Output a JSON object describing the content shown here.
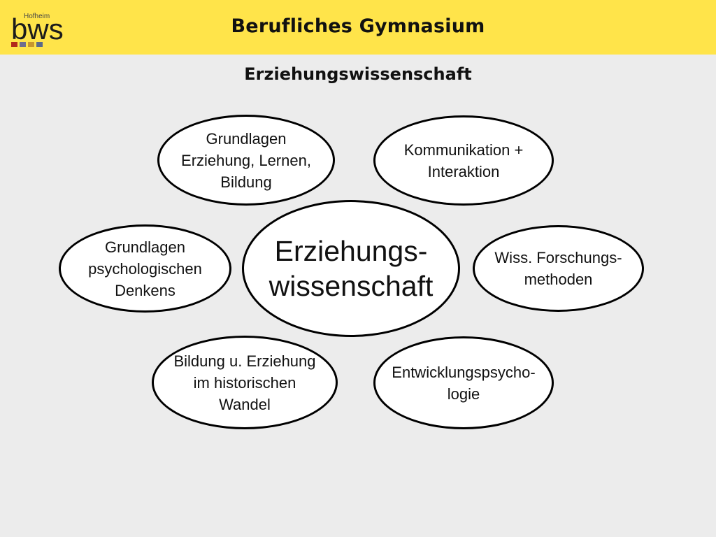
{
  "header": {
    "logo_text": "bws",
    "logo_small_text": "Hofheim",
    "logo_colors": [
      "#b22a1c",
      "#6f6f8e",
      "#c8962e",
      "#5b6a8a"
    ],
    "title": "Berufliches Gymnasium",
    "background_color": "#ffe44a"
  },
  "subtitle": "Erziehungswissenschaft",
  "diagram": {
    "center": "Erziehungs-\nwissenschaft",
    "nodes": {
      "top_left": "Grundlagen\nErziehung, Lernen,\nBildung",
      "top_right": "Kommunikation +\nInteraktion",
      "mid_left": "Grundlagen\npsychologischen\nDenkens",
      "mid_right": "Wiss. Forschungs-\nmethoden",
      "bottom_left": "Bildung u. Erziehung\nim historischen\nWandel",
      "bottom_right": "Entwicklungspsycho-\nlogie"
    }
  }
}
